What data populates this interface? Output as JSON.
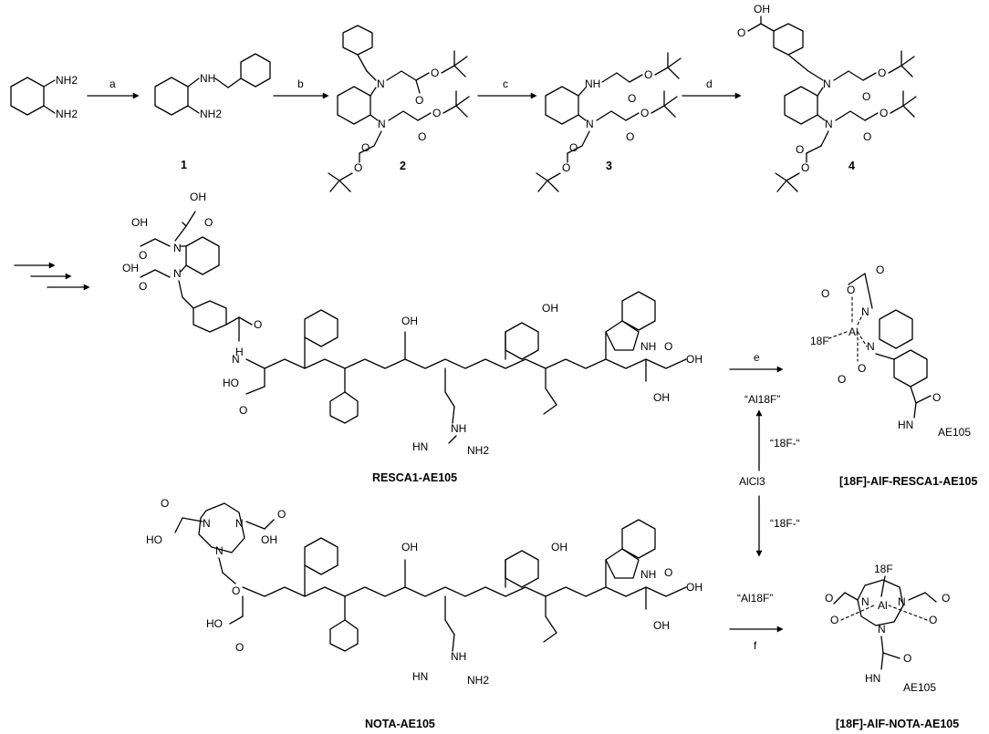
{
  "compounds": {
    "c1": "1",
    "c2": "2",
    "c3": "3",
    "c4": "4",
    "resca": "RESCA1-AE105",
    "nota": "NOTA-AE105",
    "al_resca": "[18F]-AlF-RESCA1-AE105",
    "al_nota": "[18F]-AlF-NOTA-AE105"
  },
  "steps": {
    "a": "a",
    "b": "b",
    "c": "c",
    "d": "d",
    "e": "e",
    "f": "f"
  },
  "reagents": {
    "alcl3": "AlCl3",
    "f18_up": "“18F-“",
    "f18_down": "“18F-“",
    "al18f_top": "“Al18F”",
    "al18f_bottom": "“Al18F”"
  },
  "atom_labels": {
    "nh2": "NH2",
    "nh": "NH",
    "n": "N",
    "o": "O",
    "oh": "OH",
    "ho": "HO",
    "h": "H",
    "al": "Al",
    "f18": "18F",
    "ae105": "AE105",
    "hn": "HN",
    "nh_indole": "NH",
    "hn_guan": "HN",
    "guan_nh2": "NH2"
  }
}
